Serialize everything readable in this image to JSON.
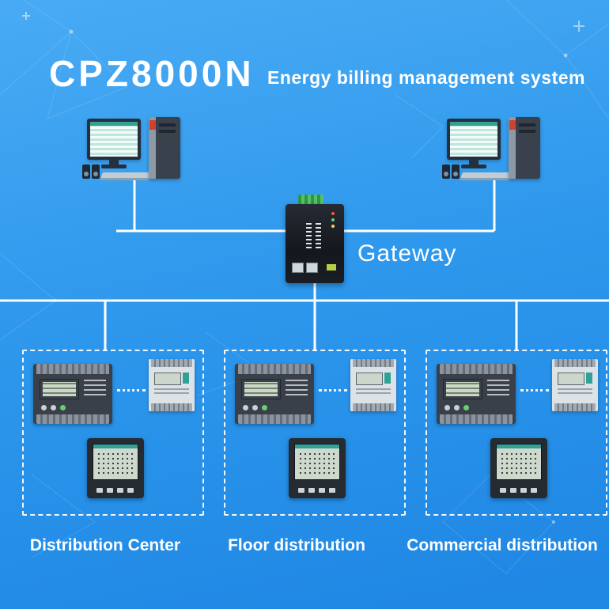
{
  "header": {
    "title": "CPZ8000N",
    "subtitle": "Energy billing management system"
  },
  "gateway": {
    "label": "Gateway"
  },
  "groups": [
    {
      "label": "Distribution Center"
    },
    {
      "label": "Floor distribution"
    },
    {
      "label": "Commercial distribution"
    }
  ],
  "colors": {
    "background_top": "#49abf4",
    "background_bottom": "#1e86e3",
    "connection_line": "#ffffff",
    "lcd_green": "#ccd8c6",
    "accent_teal": "#2fa197",
    "gateway_terminal_green": "#3fae4e",
    "tower_accent_red": "#d2402e"
  },
  "icons": {
    "workstation": "desktop-pc-with-monitor",
    "gateway_device": "din-rail-gateway",
    "meter_large": "din-rail-energy-meter",
    "meter_small": "compact-din-energy-meter",
    "meter_panel": "panel-mounted-power-meter"
  }
}
